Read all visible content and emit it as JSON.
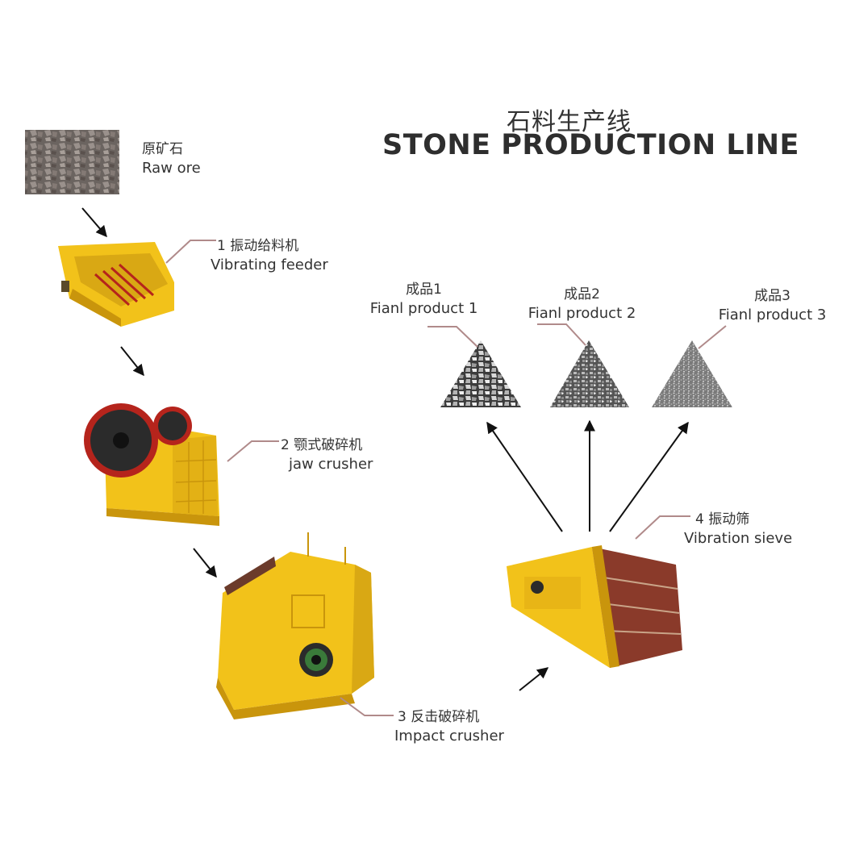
{
  "title": {
    "cn": "石料生产线",
    "en": "STONE PRODUCTION LINE"
  },
  "stages": {
    "raw_ore": {
      "cn": "原矿石",
      "en": "Raw ore"
    },
    "feeder": {
      "cn": "1 振动给料机",
      "en": "Vibrating feeder"
    },
    "jaw": {
      "cn": "2 颚式破碎机",
      "en": "jaw crusher"
    },
    "impact": {
      "cn": "3 反击破碎机",
      "en": "Impact crusher"
    },
    "sieve": {
      "cn": "4  振动筛",
      "en": "Vibration sieve"
    }
  },
  "products": [
    {
      "cn": "成品1",
      "en": "Fianl product 1"
    },
    {
      "cn": "成品2",
      "en": "Fianl product 2"
    },
    {
      "cn": "成品3",
      "en": "Fianl product 3"
    }
  ],
  "colors": {
    "machine_yellow": "#f2c21a",
    "machine_shadow": "#c9950c",
    "flywheel_red": "#b5241c",
    "leader_line": "#b08a8a",
    "arrow": "#111111",
    "text": "#333333"
  }
}
